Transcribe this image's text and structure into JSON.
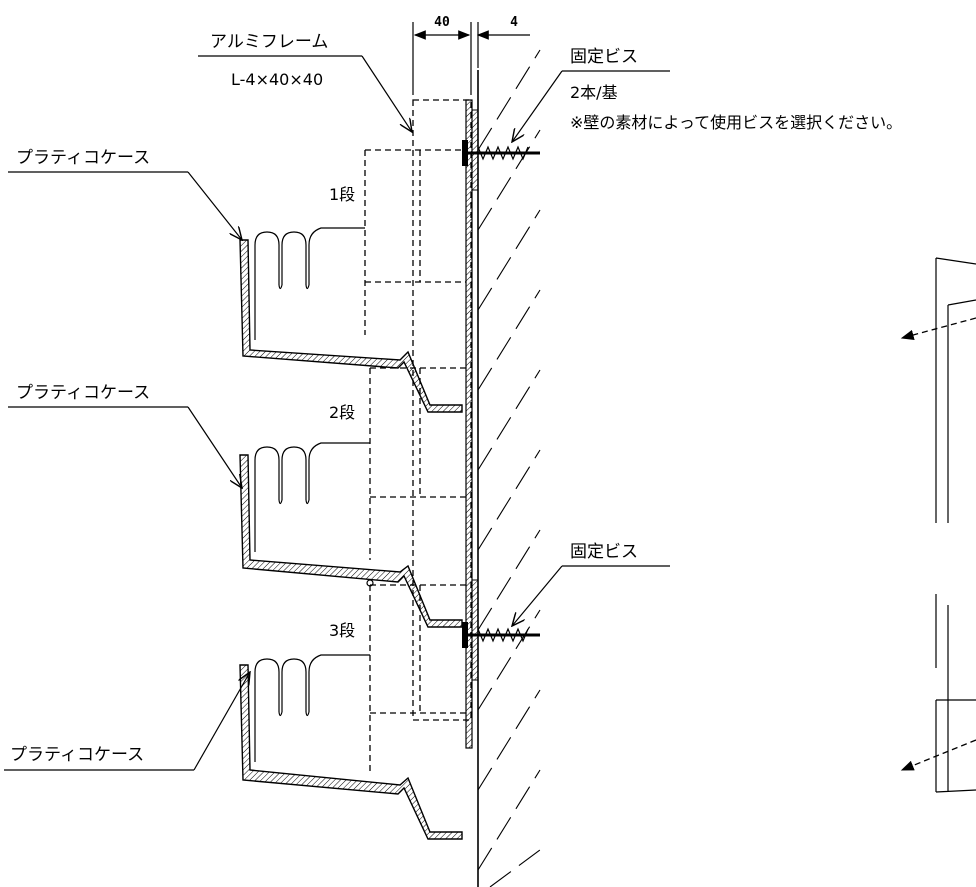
{
  "labels": {
    "frame_name": "アルミフレーム",
    "frame_spec": "L-4×40×40",
    "screw_top": "固定ビス",
    "screw_qty": "2本/基",
    "screw_note": "※壁の素材によって使用ビスを選択ください。",
    "screw_bottom": "固定ビス",
    "case_1": "プラティコケース",
    "case_2": "プラティコケース",
    "case_3": "プラティコケース",
    "tier_1": "1段",
    "tier_2": "2段",
    "tier_3": "3段"
  },
  "dimensions": {
    "frame_width": "40",
    "thickness": "4"
  }
}
